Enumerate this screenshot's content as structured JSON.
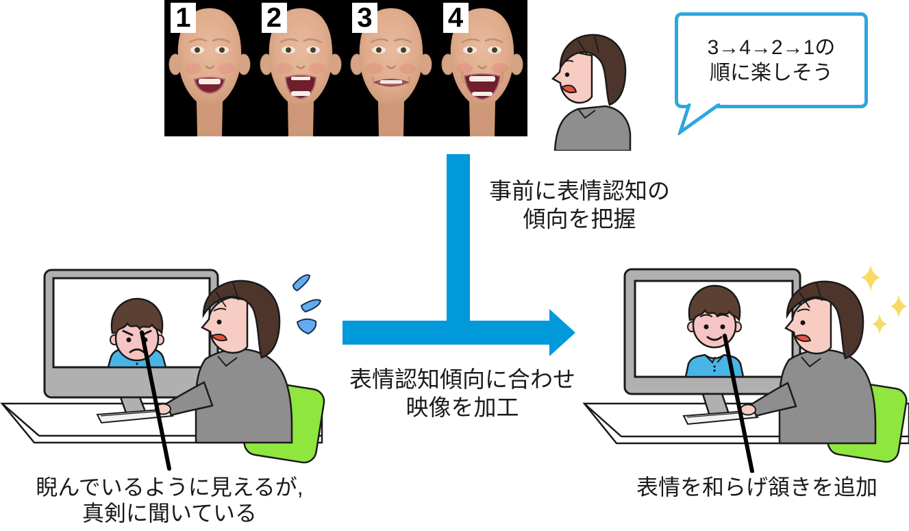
{
  "face_strip": {
    "labels": [
      "1",
      "2",
      "3",
      "4"
    ]
  },
  "speech_bubble": {
    "line1": "3→4→2→1の",
    "line2": "順に楽しそう"
  },
  "step1_label": {
    "line1": "事前に表情認知の",
    "line2": "傾向を把握"
  },
  "step2_label": {
    "line1": "表情認知傾向に合わせ",
    "line2": "映像を加工"
  },
  "caption_left": {
    "line1": "睨んでいるように見えるが,",
    "line2": "真剣に聞いている"
  },
  "caption_right": {
    "line1": "表情を和らげ頷きを追加"
  },
  "icons": {
    "sweat": "sweat-drops-icon",
    "sparkles": "sparkles-icon",
    "bubble_tail": "speech-bubble-tail-icon",
    "flow_arrow": "flow-arrow-icon"
  },
  "colors": {
    "arrow_blue": "#0099D9",
    "bubble_border": "#2CA7E0",
    "chair_green": "#8FE63F",
    "shirt_blue": "#49B5E7",
    "sweat_blue": "#64ABEF",
    "sparkle_yellow": "#F7DB67",
    "hair_brown": "#4E352B",
    "skin_pink": "#F7CDC3",
    "monitor_gray": "#B0B0B0",
    "strip_background": "#000000"
  }
}
